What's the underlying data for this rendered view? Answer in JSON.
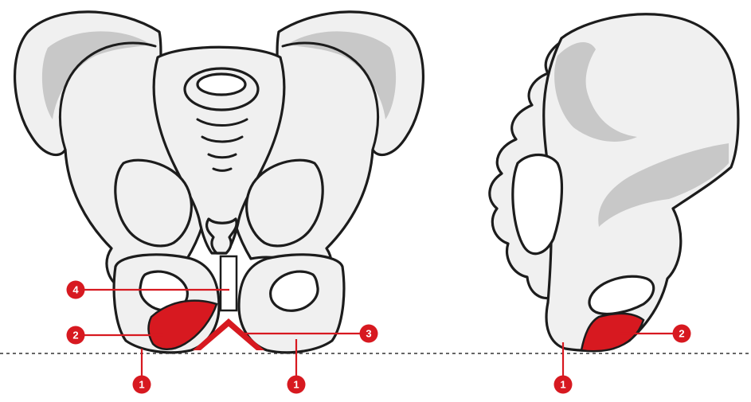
{
  "colors": {
    "accent": "#d71920",
    "bone_fill": "#f0f0f0",
    "bone_shade": "#c8c8c8",
    "outline": "#1c1c1c"
  },
  "front_view": {
    "callouts": [
      {
        "id": "ischial-tuberosity-left",
        "label": "1"
      },
      {
        "id": "ischial-tuberosity-right",
        "label": "1"
      },
      {
        "id": "ischiopubic-ramus",
        "label": "2"
      },
      {
        "id": "pubic-arch",
        "label": "3"
      },
      {
        "id": "pubic-symphysis",
        "label": "4"
      }
    ]
  },
  "side_view": {
    "callouts": [
      {
        "id": "ischial-tuberosity-side",
        "label": "1"
      },
      {
        "id": "ischiopubic-ramus-side",
        "label": "2"
      }
    ]
  }
}
